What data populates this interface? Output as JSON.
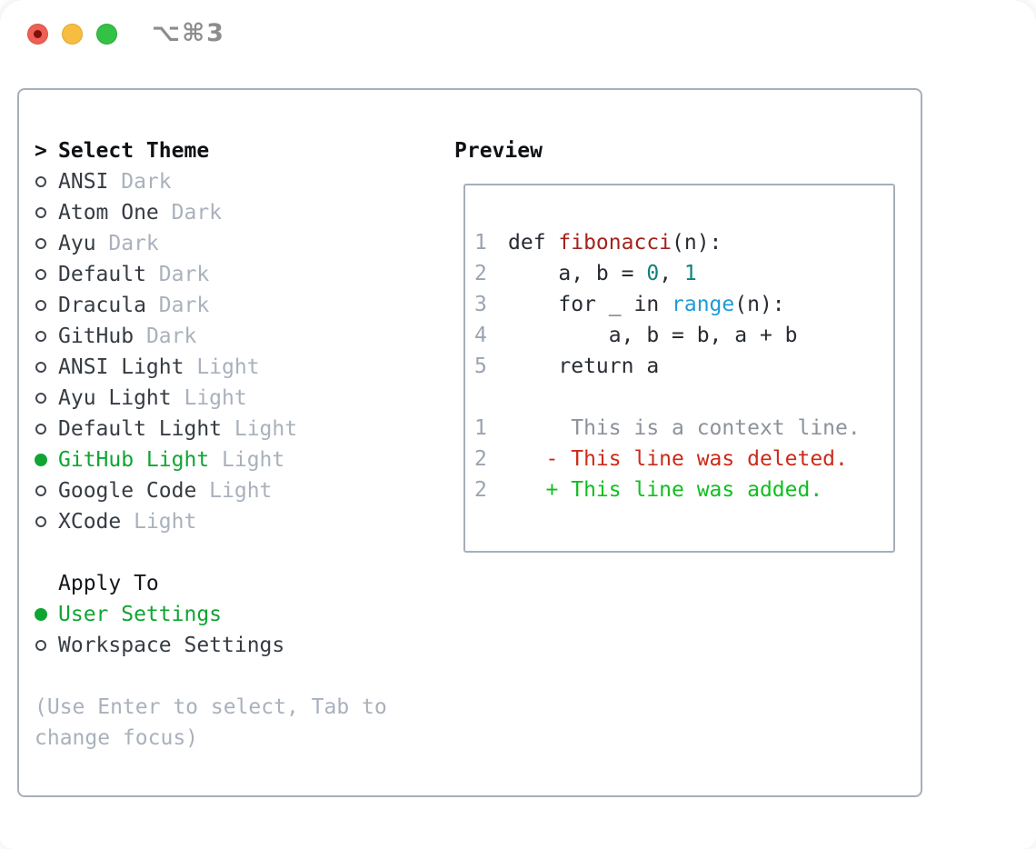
{
  "window": {
    "title": "⌥⌘3"
  },
  "titlebar_buttons": {
    "close_label": "close",
    "minimize_label": "minimize",
    "zoom_label": "zoom"
  },
  "theme_picker": {
    "header_marker": ">",
    "header": "Select Theme",
    "items": [
      {
        "name": "ANSI",
        "variant": "Dark",
        "selected": false
      },
      {
        "name": "Atom One",
        "variant": "Dark",
        "selected": false
      },
      {
        "name": "Ayu",
        "variant": "Dark",
        "selected": false
      },
      {
        "name": "Default",
        "variant": "Dark",
        "selected": false
      },
      {
        "name": "Dracula",
        "variant": "Dark",
        "selected": false
      },
      {
        "name": "GitHub",
        "variant": "Dark",
        "selected": false
      },
      {
        "name": "ANSI Light",
        "variant": "Light",
        "selected": false
      },
      {
        "name": "Ayu Light",
        "variant": "Light",
        "selected": false
      },
      {
        "name": "Default Light",
        "variant": "Light",
        "selected": false
      },
      {
        "name": "GitHub Light",
        "variant": "Light",
        "selected": true
      },
      {
        "name": "Google Code",
        "variant": "Light",
        "selected": false
      },
      {
        "name": "XCode",
        "variant": "Light",
        "selected": false
      }
    ],
    "apply_to": {
      "header": "Apply To",
      "options": [
        {
          "name": "User Settings",
          "selected": true
        },
        {
          "name": "Workspace Settings",
          "selected": false
        }
      ]
    },
    "hint_lines": [
      "(Use Enter to select, Tab to",
      "change focus)"
    ]
  },
  "preview": {
    "header": "Preview",
    "lines": [
      {
        "num": "1",
        "segments": [
          {
            "t": "def ",
            "c": "code"
          },
          {
            "t": "fibonacci",
            "c": "func"
          },
          {
            "t": "(n):",
            "c": "code"
          }
        ]
      },
      {
        "num": "2",
        "segments": [
          {
            "t": "    a, b = ",
            "c": "code"
          },
          {
            "t": "0",
            "c": "number"
          },
          {
            "t": ", ",
            "c": "code"
          },
          {
            "t": "1",
            "c": "number"
          }
        ]
      },
      {
        "num": "3",
        "segments": [
          {
            "t": "    for _ in ",
            "c": "code"
          },
          {
            "t": "range",
            "c": "builtin"
          },
          {
            "t": "(n):",
            "c": "code"
          }
        ]
      },
      {
        "num": "4",
        "segments": [
          {
            "t": "        a, b = b, a + b",
            "c": "code"
          }
        ]
      },
      {
        "num": "5",
        "segments": [
          {
            "t": "    return a",
            "c": "code"
          }
        ]
      },
      {
        "num": "",
        "segments": []
      },
      {
        "num": "1",
        "segments": [
          {
            "t": "     This is a context line.",
            "c": "context"
          }
        ]
      },
      {
        "num": "2",
        "segments": [
          {
            "t": "   - This line was deleted.",
            "c": "deleted"
          }
        ]
      },
      {
        "num": "2",
        "segments": [
          {
            "t": "   + This line was added.",
            "c": "added"
          }
        ]
      }
    ]
  },
  "colors": {
    "accent_green": "#10a532",
    "added_green": "#0fbf1f",
    "deleted_red": "#cc2a18",
    "function_red": "#a3231c",
    "number_teal": "#12807f",
    "builtin_blue": "#1e9ad6",
    "code_text": "#272c33",
    "context_gray": "#8b929b",
    "muted_gray": "#a9b1bc",
    "line_number_gray": "#9aa4b0",
    "panel_border": "#a6afba",
    "traffic_red": "#ef5f55",
    "traffic_yellow": "#f6bd40",
    "traffic_green": "#33c146"
  }
}
